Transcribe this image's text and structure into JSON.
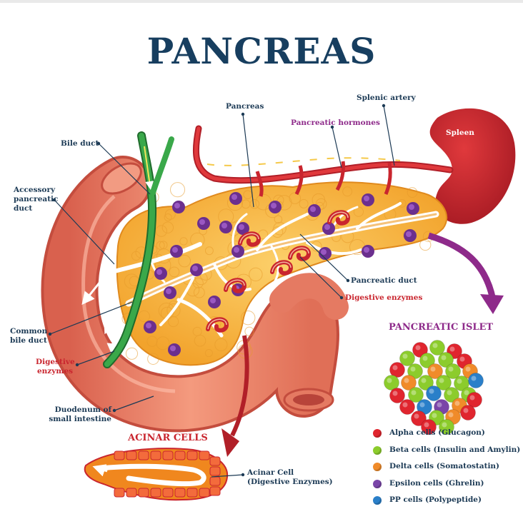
{
  "title": "PANCREAS",
  "labels": {
    "pancreas": "Pancreas",
    "splenic_artery": "Splenic artery",
    "pancreatic_hormones": "Pancreatic hormones",
    "spleen": "Spleen",
    "bile_duct": "Bile duct",
    "accessory_duct": [
      "Accessory",
      "pancreatic",
      "duct"
    ],
    "pancreatic_duct": "Pancreatic duct",
    "digestive_enzymes_right": "Digestive enzymes",
    "common_bile_duct": [
      "Common",
      "bile duct"
    ],
    "digestive_enzymes_left": [
      "Digestive",
      "enzymes"
    ],
    "duodenum": [
      "Duodenum of",
      "small intestine"
    ],
    "acinar_cell": [
      "Acinar Cell",
      "(Digestive Enzymes)"
    ]
  },
  "headings": {
    "pancreatic_islet": "PANCREATIC ISLET",
    "acinar_cells": "ACINAR CELLS"
  },
  "legend": [
    {
      "label": "Alpha cells (Glucagon)",
      "color": "#e0252e",
      "icon": "red-cell-icon"
    },
    {
      "label": "Beta cells (Insulin and Amylin)",
      "color": "#8ccc2c",
      "icon": "green-cell-icon"
    },
    {
      "label": "Delta cells (Somatostatin)",
      "color": "#f08b2a",
      "icon": "orange-cell-icon"
    },
    {
      "label": "Epsilon cells (Ghrelin)",
      "color": "#7a45a8",
      "icon": "purple-cell-icon"
    },
    {
      "label": "PP cells (Polypeptide)",
      "color": "#2a7fc9",
      "icon": "blue-cell-icon"
    }
  ],
  "colors": {
    "title": "#173e5f",
    "label": "#1c3a55",
    "red_label": "#c9252e",
    "purple_label": "#8e2a8a",
    "pancreas": "#f7b43c",
    "duodenum": "#f08a6c",
    "spleen": "#c8232c",
    "bile_duct": "#2e9a3a",
    "artery": "#c9252e"
  }
}
